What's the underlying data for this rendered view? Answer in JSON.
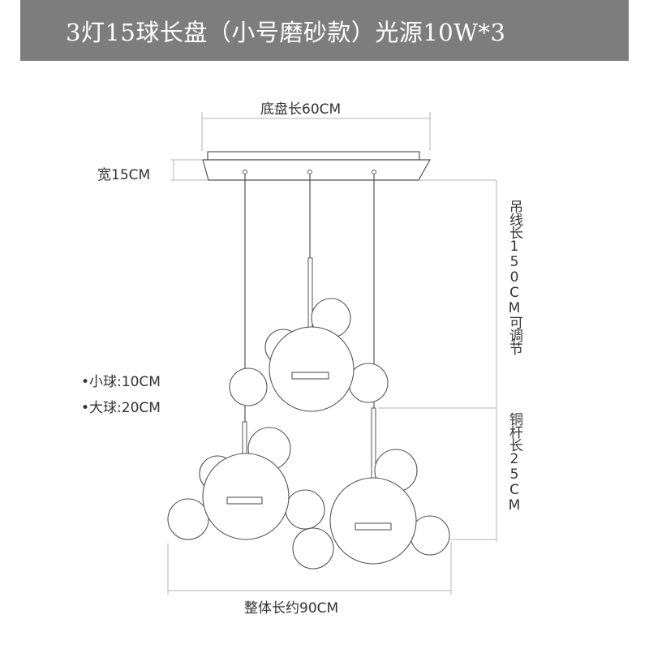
{
  "header": {
    "title": "3灯15球长盘（小号磨砂款）光源10W*3"
  },
  "dimensions": {
    "base_length": "底盘长60CM",
    "width": "宽15CM",
    "cable_length": "吊线长150CM可调节",
    "rod_length": "铜杆长25CM",
    "overall_length": "整体长约90CM"
  },
  "legend": {
    "small_ball": "•小球:10CM",
    "large_ball": "•大球:20CM"
  },
  "colors": {
    "header_bg": "#7d7d7d",
    "header_text": "#ffffff",
    "line": "#555555",
    "dimension_line": "#b5b5b5",
    "label_text": "#333333"
  }
}
